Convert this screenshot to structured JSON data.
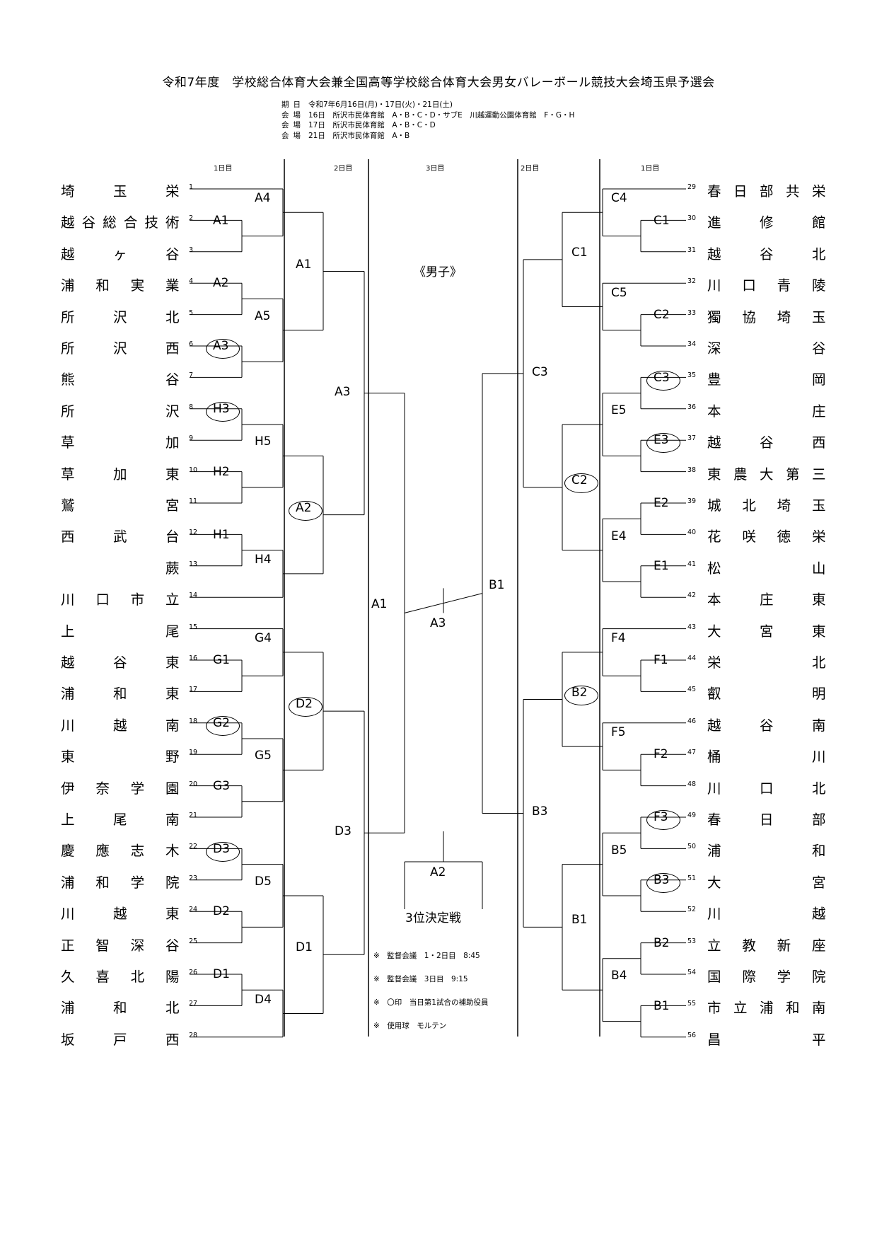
{
  "title": "令和7年度　学校総合体育大会兼全国高等学校総合体育大会男女バレーボール競技大会埼玉県予選会",
  "info": [
    {
      "label": "期日",
      "text": "令和7年6月16日(月)・17日(火)・21日(土)"
    },
    {
      "label": "会場",
      "text": "16日　所沢市民体育館　A・B・C・D・サブE　川越運動公園体育館　F・G・H"
    },
    {
      "label": "会場",
      "text": "17日　所沢市民体育館　A・B・C・D"
    },
    {
      "label": "会場",
      "text": "21日　所沢市民体育館　A・B"
    }
  ],
  "days": [
    "1日目",
    "2日目",
    "3日目",
    "2日目",
    "1日目"
  ],
  "category": "《男子》",
  "left_teams": [
    "埼玉栄",
    "越谷総合技術",
    "越ヶ谷",
    "浦和実業",
    "所沢北",
    "所沢西",
    "熊谷",
    "所沢",
    "草加",
    "草加東",
    "鷲宮",
    "西武台",
    "蕨",
    "川口市立",
    "上尾",
    "越谷東",
    "浦和東",
    "川越南",
    "東野",
    "伊奈学園",
    "上尾南",
    "慶應志木",
    "浦和学院",
    "川越東",
    "正智深谷",
    "久喜北陽",
    "浦和北",
    "坂戸西"
  ],
  "right_teams": [
    "春日部共栄",
    "進修館",
    "越谷北",
    "川口青陵",
    "獨協埼玉",
    "深谷",
    "豊岡",
    "本庄",
    "越谷西",
    "東農大第三",
    "城北埼玉",
    "花咲徳栄",
    "松山",
    "本庄東",
    "大宮東",
    "栄北",
    "叡明",
    "越谷南",
    "桶川",
    "川口北",
    "春日部",
    "浦和",
    "大宮",
    "川越",
    "立教新座",
    "国際学院",
    "市立浦和南",
    "昌平"
  ],
  "left_r1": [
    "A1",
    "A2",
    "A3",
    "H3",
    "H2",
    "H1",
    "G1",
    "G2",
    "G3",
    "D3",
    "D2",
    "D1"
  ],
  "left_r2": [
    "A4",
    "A5",
    "H5",
    "H4",
    "G4",
    "G5",
    "D5",
    "D4"
  ],
  "left_r3": [
    "A1",
    "A2",
    "D2",
    "D1"
  ],
  "left_r4": [
    "A3",
    "D3"
  ],
  "left_semi": "A1",
  "right_r1": [
    "C1",
    "C2",
    "C3",
    "E3",
    "E2",
    "E1",
    "F1",
    "F2",
    "F3",
    "B3",
    "B2",
    "B1"
  ],
  "right_r2": [
    "C4",
    "C5",
    "E5",
    "E4",
    "F4",
    "F5",
    "B5",
    "B4"
  ],
  "right_r3": [
    "C1",
    "C2",
    "B2",
    "B1"
  ],
  "right_r4": [
    "C3",
    "B3"
  ],
  "right_semi": "B1",
  "final": "A3",
  "third_court": "A2",
  "third_label": "3位決定戦",
  "notes": [
    "※　監督会議　1・2日目　8:45",
    "※　監督会議　3日目　9:15",
    "※　〇印　当日第1試合の補助役員",
    "※　使用球　モルテン"
  ]
}
